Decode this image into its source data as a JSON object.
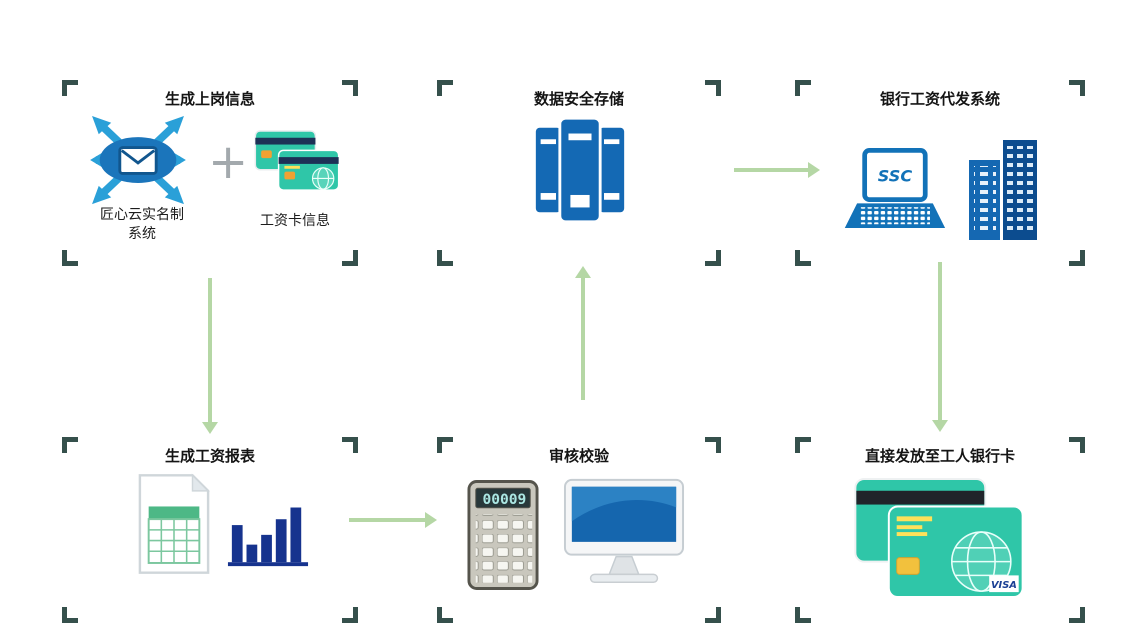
{
  "diagram": {
    "nodes": {
      "onboarding": {
        "title": "生成上岗信息",
        "system_label_line1": "匠心云实名制",
        "system_label_line2": "系统",
        "plus_sign": "+",
        "card_label": "工资卡信息"
      },
      "storage": {
        "title": "数据安全存储"
      },
      "bank_system": {
        "title": "银行工资代发系统",
        "laptop_screen_text": "SSC"
      },
      "payroll_report": {
        "title": "生成工资报表"
      },
      "audit": {
        "title": "审核校验",
        "calculator_display": "00009"
      },
      "deposit": {
        "title": "直接发放至工人银行卡",
        "visa_label": "VISA"
      }
    }
  },
  "colors": {
    "bracket": "#35504c",
    "arrow": "#b5d7a5",
    "icon-blue": "#1469b4",
    "card-teal": "#2fc6a8",
    "chart-navy": "#16338e",
    "sheet-green": "#4db886"
  }
}
